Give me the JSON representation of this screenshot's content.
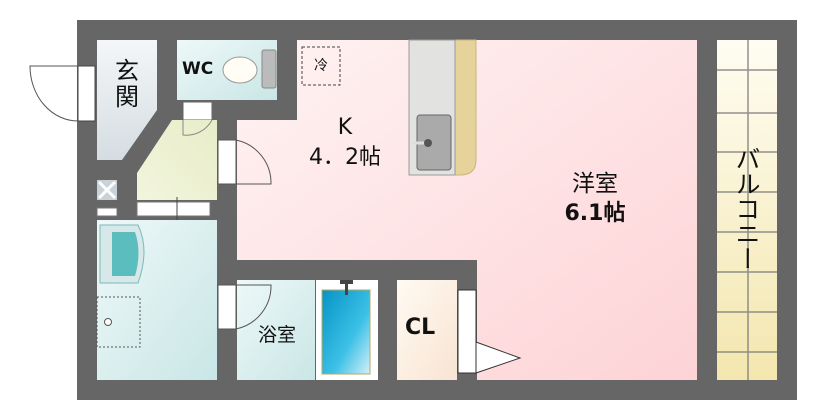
{
  "rooms": {
    "genkan": "玄関",
    "wc": "WC",
    "fridge": "冷",
    "kitchen_name": "K",
    "kitchen_size": "4．2帖",
    "western_name": "洋室",
    "western_size": "6.1帖",
    "bath": "浴室",
    "closet": "CL",
    "balcony": "バルコニー"
  },
  "colors": {
    "wall": "#666666",
    "room_pink": "#fde4e6",
    "wet_area": "#dff0f0",
    "hall": "#eef2d6",
    "balcony": "#faf3d4",
    "tub": "#0aa0d0"
  }
}
